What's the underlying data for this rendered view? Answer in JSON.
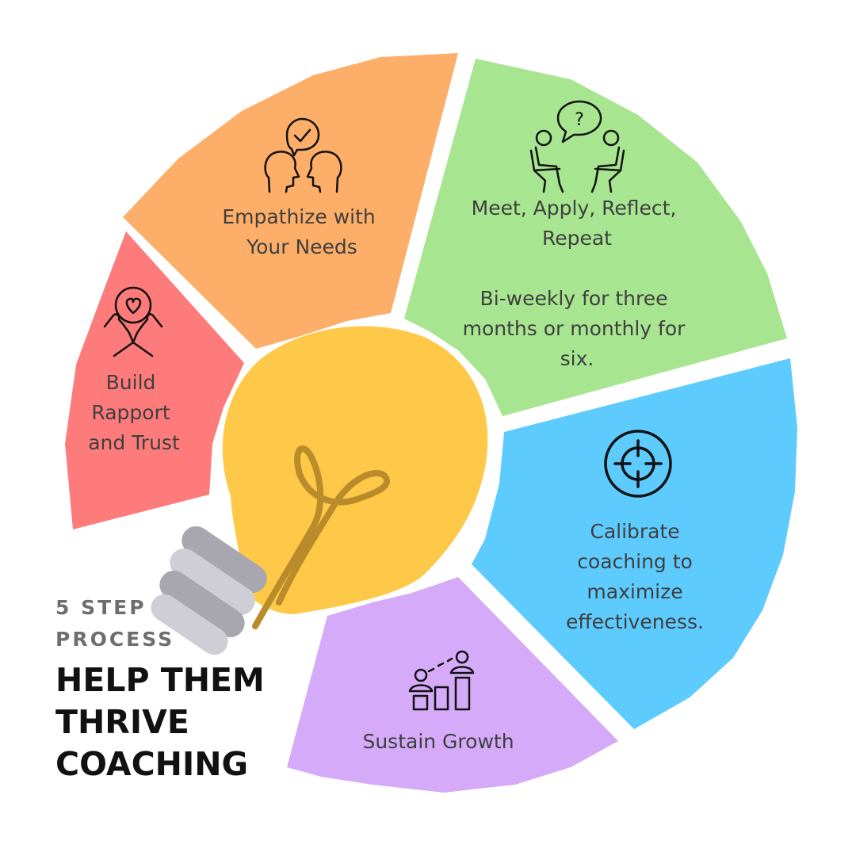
{
  "segments": [
    {
      "id": "rapport",
      "color": "#fe7b7b",
      "label_lines": [
        "Build",
        "Rapport",
        "and Trust"
      ],
      "icon": "heart-hands-icon"
    },
    {
      "id": "empathize",
      "color": "#fdaf6a",
      "label_lines": [
        "Empathize with",
        "Your Needs"
      ],
      "icon": "two-people-talking-icon"
    },
    {
      "id": "meet",
      "color": "#a7e590",
      "label_lines": [
        "Meet, Apply, Reflect,",
        "Repeat"
      ],
      "note_lines": [
        "Bi-weekly for three",
        "months or monthly for",
        "six."
      ],
      "icon": "conversation-question-icon"
    },
    {
      "id": "calibrate",
      "color": "#5ecbfe",
      "label_lines": [
        "Calibrate",
        "coaching to",
        "maximize",
        "effectiveness."
      ],
      "icon": "target-icon"
    },
    {
      "id": "sustain",
      "color": "#d5aaf8",
      "label_lines": [
        "Sustain Growth"
      ],
      "icon": "growth-chart-icon"
    }
  ],
  "bulb": {
    "color": "#fec948",
    "filament_color": "#b98b2a",
    "base_colors": [
      "#a8a7b0",
      "#cfcdd6"
    ],
    "icon": "light-bulb-icon"
  },
  "subtitle_lines": [
    "5 STEP",
    "PROCESS"
  ],
  "title_lines": [
    "HELP THEM",
    "THRIVE",
    "COACHING"
  ]
}
